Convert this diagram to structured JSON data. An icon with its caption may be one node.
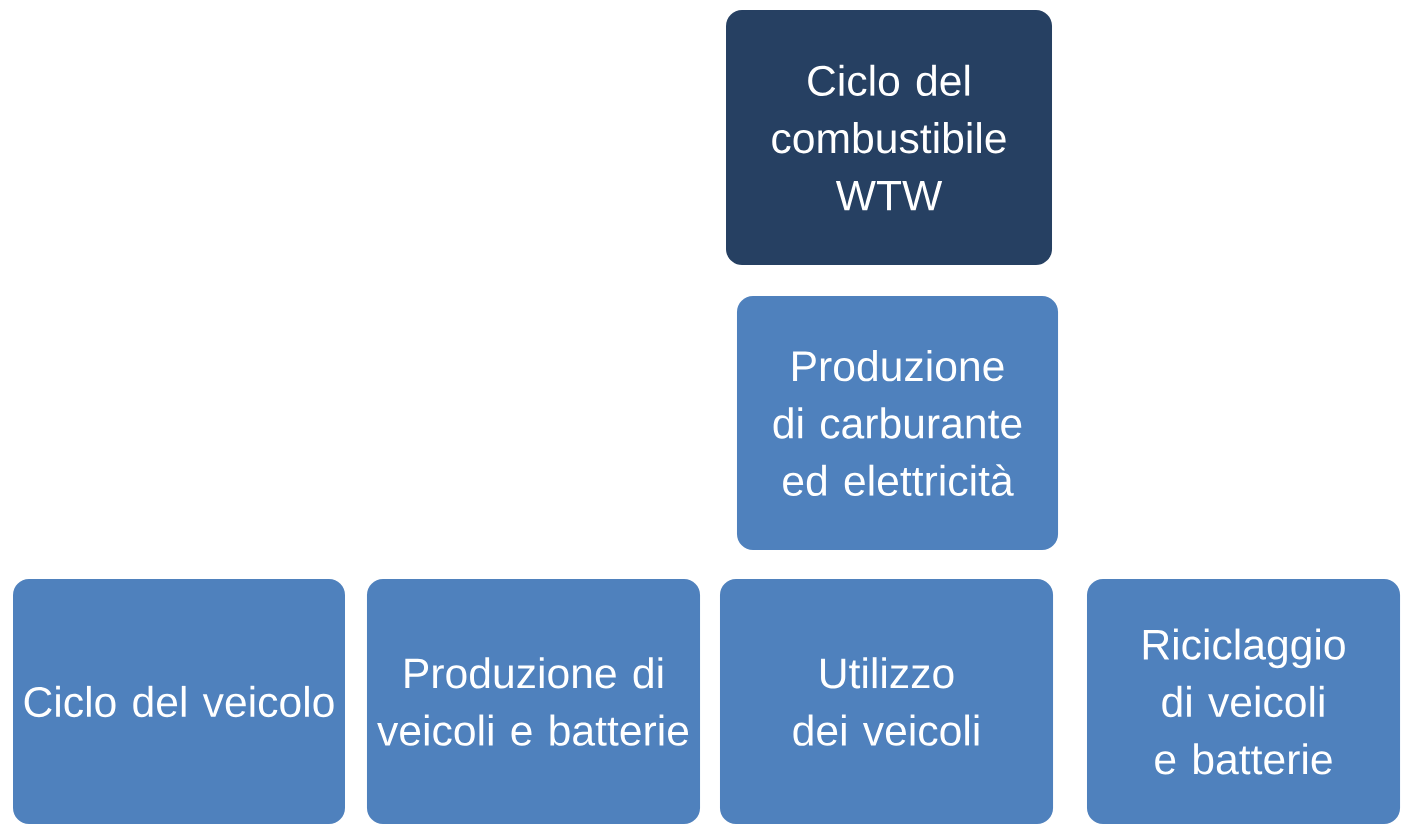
{
  "diagram": {
    "nodes": [
      {
        "text": [
          "Ciclo del combustibile WTW"
        ]
      },
      {
        "text": [
          "Produzione di carburante ed elettricità"
        ]
      },
      {
        "text": [
          "Ciclo del veicolo"
        ]
      },
      {
        "text": [
          "Produzione di veicoli e batterie"
        ]
      },
      {
        "text": [
          "Utilizzo dei veicoli"
        ]
      },
      {
        "text": [
          "Riciclaggio di veicoli e batterie"
        ]
      }
    ]
  }
}
